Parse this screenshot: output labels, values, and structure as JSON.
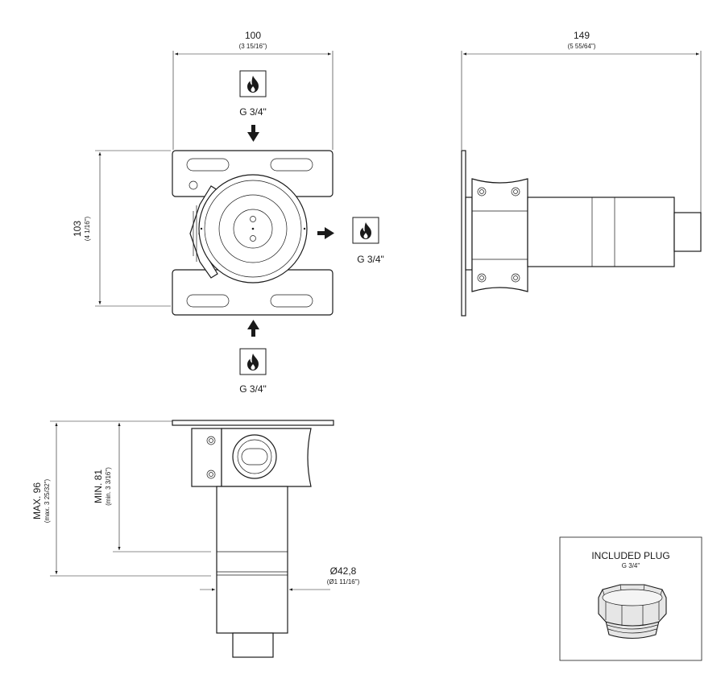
{
  "top_view": {
    "width_dim": {
      "value": "100",
      "imperial": "(3 15/16\")"
    },
    "height_dim": {
      "value": "103",
      "imperial": "(4 1/16\")"
    },
    "inlet_top_label": "G 3/4\"",
    "inlet_right_label": "G 3/4\"",
    "inlet_bottom_label": "G 3/4\""
  },
  "side_view": {
    "length_dim": {
      "value": "149",
      "imperial": "(5 55/64\")"
    }
  },
  "front_view": {
    "max_dim": {
      "value": "MAX. 96",
      "imperial": "(max. 3 25/32\")"
    },
    "min_dim": {
      "value": "MIN. 81",
      "imperial": "(min. 3 3/16\")"
    },
    "diameter_dim": {
      "value": "Ø42,8",
      "imperial": "(Ø1 11/16\")"
    }
  },
  "plug_box": {
    "title": "INCLUDED PLUG",
    "subtitle": "G 3/4\""
  },
  "icons": [
    "flame-icon",
    "arrow-icon",
    "screw-icon",
    "plug-icon"
  ]
}
